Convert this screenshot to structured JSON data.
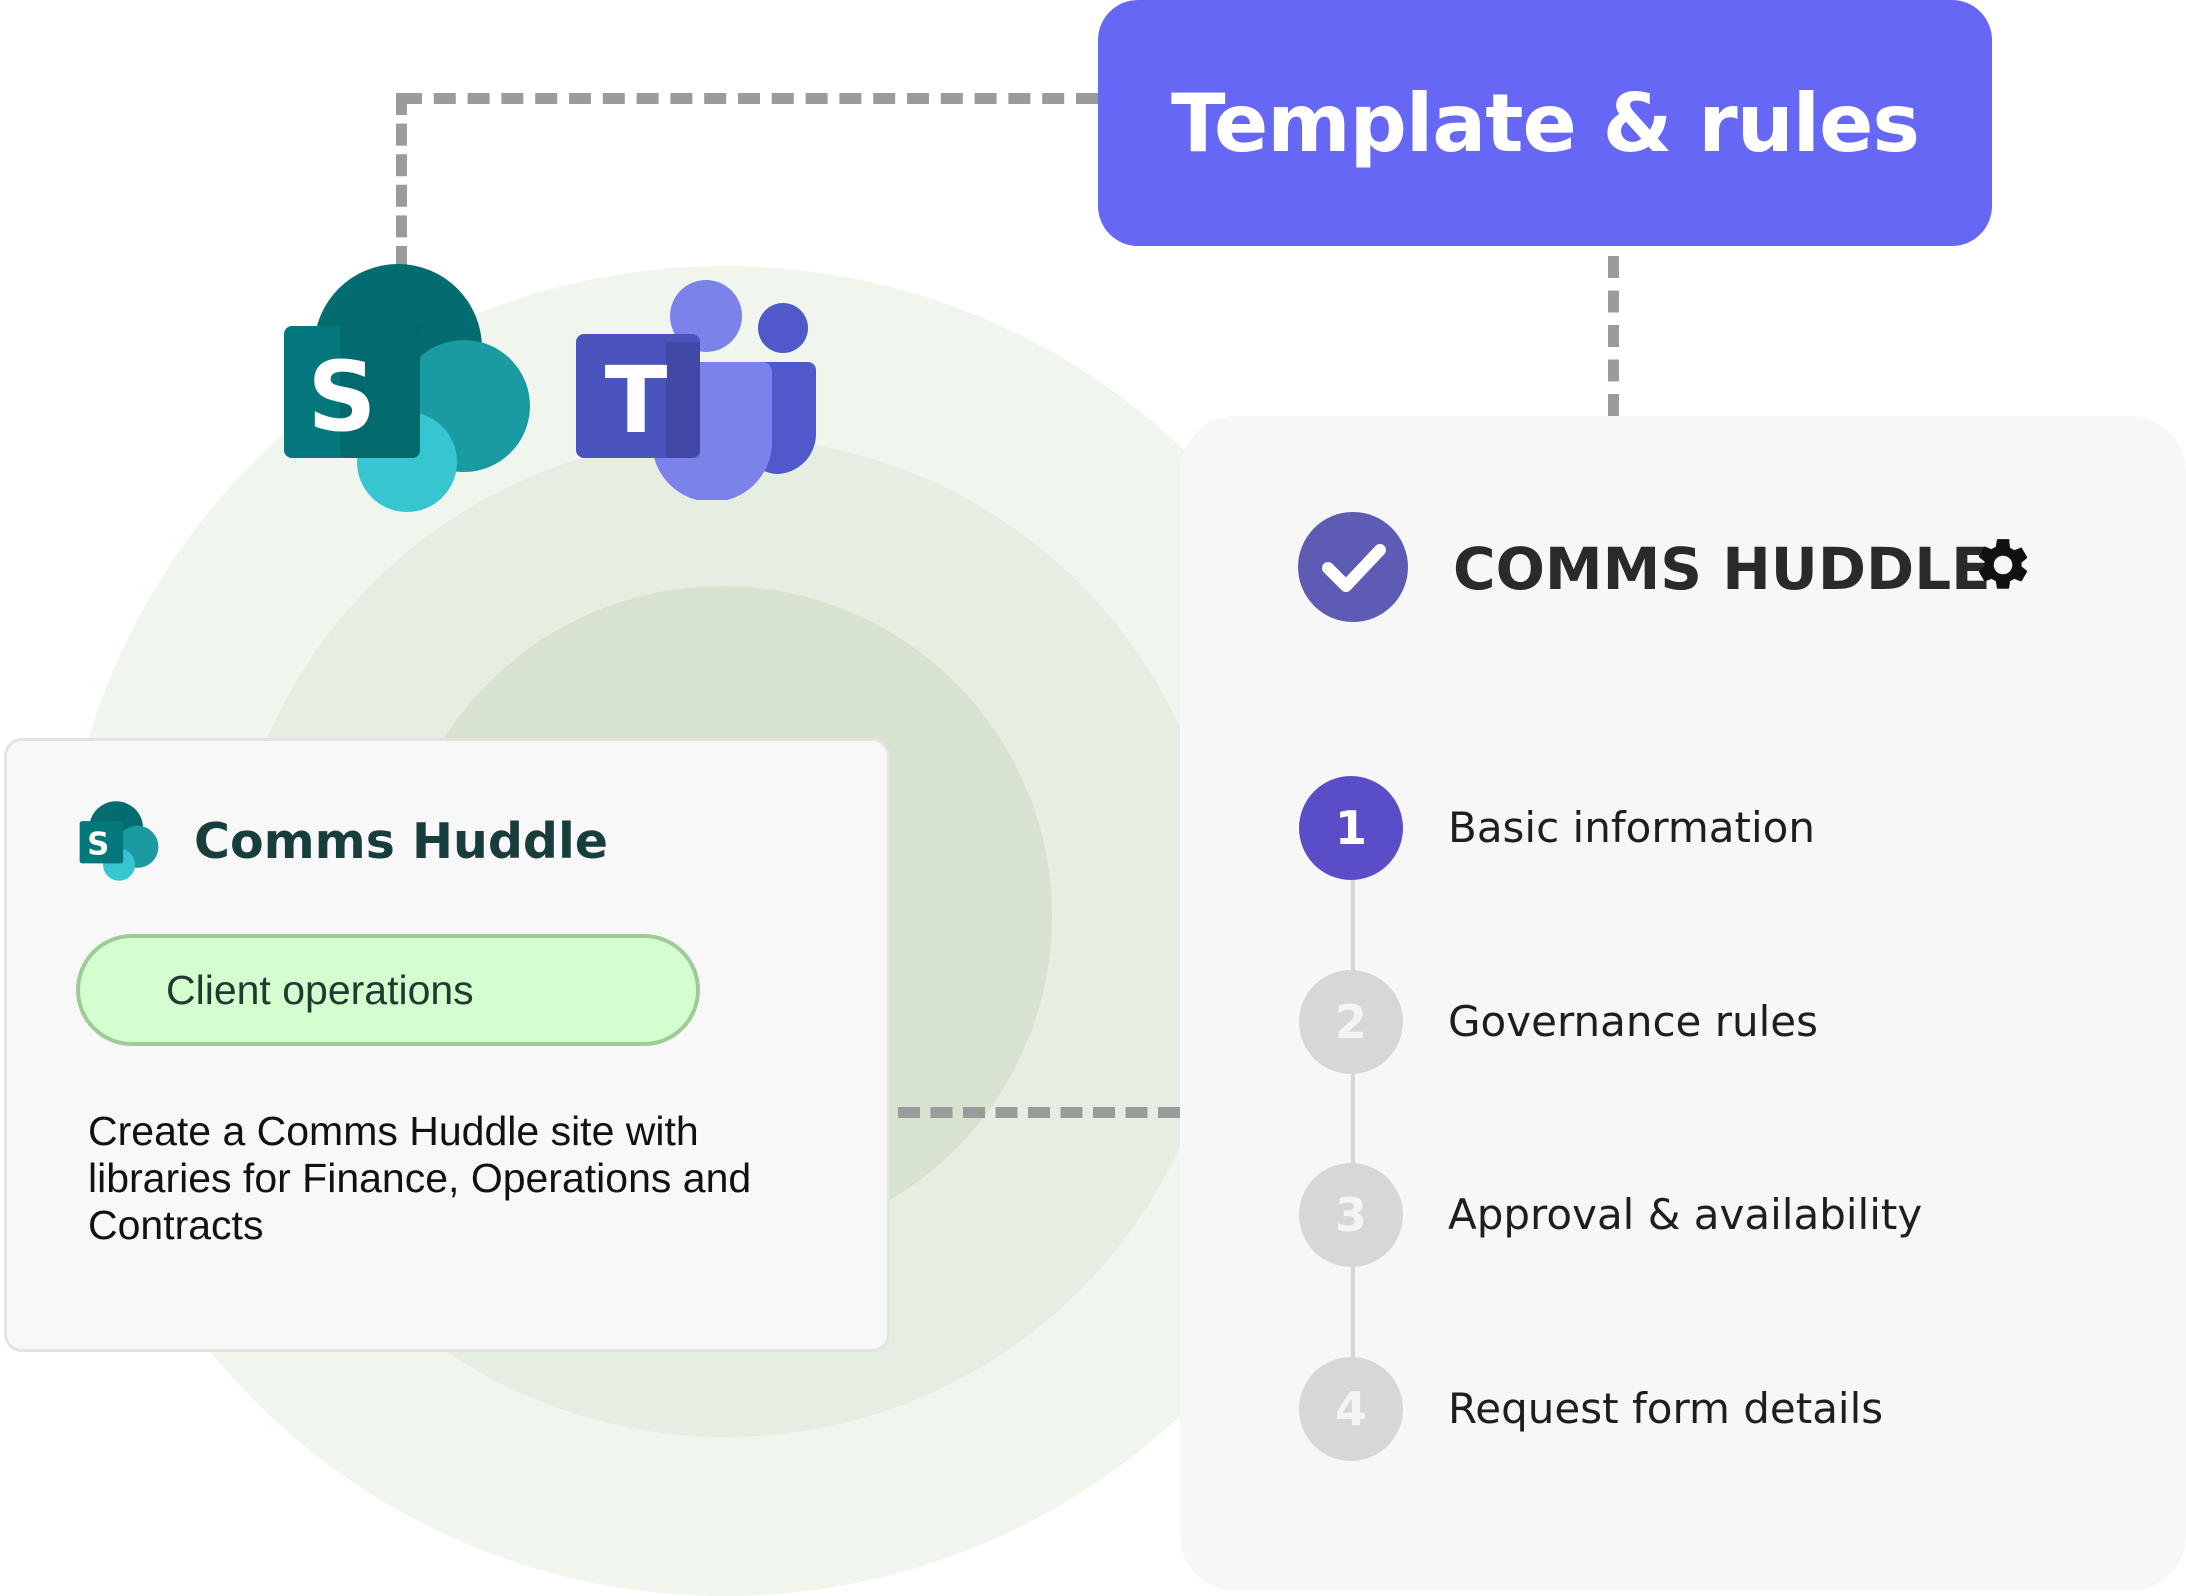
{
  "template": {
    "label": "Template & rules"
  },
  "wizard": {
    "title": "COMMS HUDDLE",
    "steps": [
      {
        "number": "1",
        "label": "Basic information",
        "state": "active"
      },
      {
        "number": "2",
        "label": "Governance rules",
        "state": "pending"
      },
      {
        "number": "3",
        "label": "Approval & availability",
        "state": "pending"
      },
      {
        "number": "4",
        "label": "Request form details",
        "state": "pending"
      }
    ]
  },
  "site_card": {
    "title": "Comms Huddle",
    "tag": "Client operations",
    "description": "Create a Comms Huddle site with libraries for Finance, Operations and Contracts"
  },
  "icons": {
    "sharepoint_letter": "S",
    "teams_letter": "T"
  },
  "colors": {
    "template_box": "#6767f6",
    "step_active": "#5a4ec8",
    "step_pending": "#d7d7d7",
    "pill_fill": "#d4fdd0",
    "sharepoint_dark": "#036c70",
    "teams_purple": "#5059c9"
  }
}
